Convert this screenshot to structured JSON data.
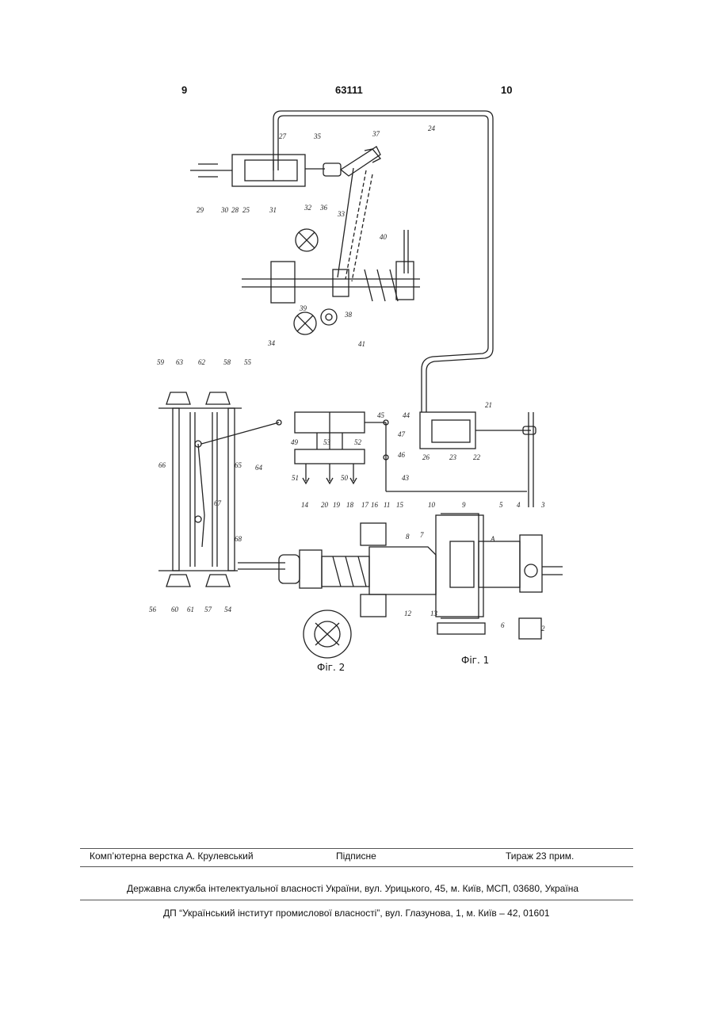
{
  "header": {
    "page_left": "9",
    "patent_number": "63111",
    "page_right": "10"
  },
  "figures": {
    "fig2_caption": "Фіг. 2",
    "fig1_caption": "Фіг. 1"
  },
  "reference_numerals": [
    "24",
    "35",
    "27",
    "37",
    "29",
    "30",
    "28",
    "25",
    "31",
    "32",
    "36",
    "33",
    "40",
    "39",
    "38",
    "34",
    "41",
    "59",
    "63",
    "62",
    "58",
    "55",
    "66",
    "65",
    "67",
    "68",
    "64",
    "45",
    "44",
    "49",
    "53",
    "52",
    "47",
    "46",
    "51",
    "50",
    "43",
    "21",
    "26",
    "23",
    "22",
    "14",
    "20",
    "19",
    "18",
    "17",
    "16",
    "11",
    "15",
    "10",
    "9",
    "5",
    "4",
    "3",
    "8",
    "7",
    "A",
    "12",
    "13",
    "6",
    "2",
    "56",
    "60",
    "61",
    "57",
    "54"
  ],
  "imprint": {
    "layout": "Комп’ютерна верстка А. Крулевський",
    "signed": "Підписне",
    "circulation": "Тираж 23 прим.",
    "office": "Державна служба інтелектуальної власності України, вул. Урицького, 45, м. Київ, МСП, 03680, Україна",
    "institute": "ДП “Український інститут промислової власності”, вул. Глазунова, 1, м. Київ – 42, 01601"
  }
}
